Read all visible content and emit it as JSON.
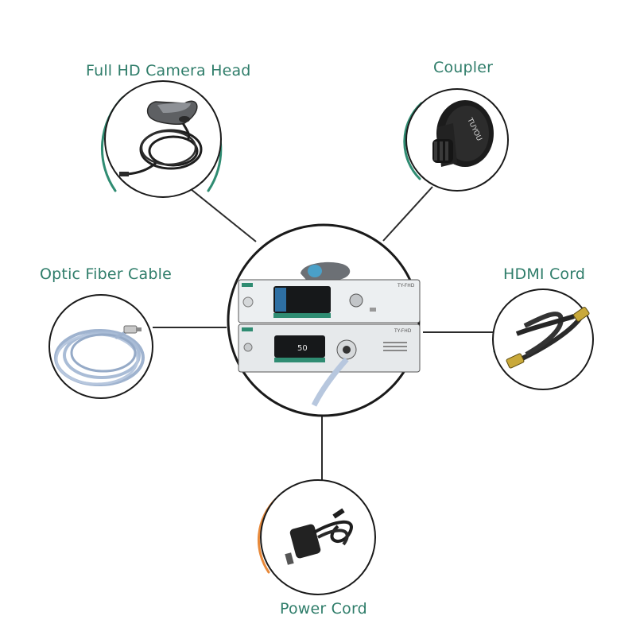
{
  "accessories": {
    "camera_head": "Full HD Camera Head",
    "coupler": "Coupler",
    "optic_fiber": "Optic Fiber Cable",
    "hdmi": "HDMI Cord",
    "power": "Power Cord"
  },
  "coupler_engraving": "TUYOU",
  "device": {
    "top_unit_model": "TY-FHD",
    "bottom_unit_model": "TY-FHD",
    "screen_value": "50"
  },
  "colors": {
    "label_text": "#2f7d6a",
    "accent_green": "#2f8c72",
    "accent_orange": "#e8893a",
    "connector_line": "#2b2b2b",
    "circle_border": "#1a1a1a"
  }
}
